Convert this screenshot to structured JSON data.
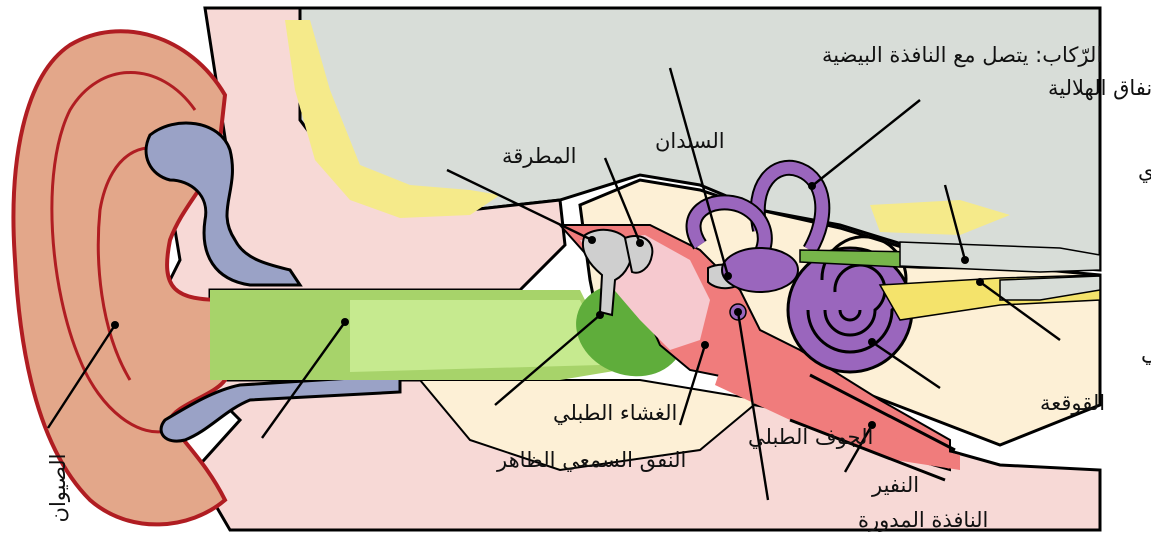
{
  "diagram": {
    "labels": {
      "pinna": "الصيوان",
      "ear_canal": "النفق السمعي الظاهر",
      "eardrum": "الغشاء الطبلي",
      "tympanic_cavity": "الجوف الطبلي",
      "round_window": "النافذة المدورة",
      "eustachian_tube": "النفير",
      "cochlea": "القوقعة",
      "cochlear_nerve": "العصب القوقعي",
      "vestibular_nerve": "العصب الدهليزي",
      "semicircular_canals": "الأنفاق الهلالية",
      "stapes": "الرّكاب: يتصل مع النافذة البيضية",
      "incus": "السندان",
      "malleus": "المطرقة"
    },
    "colors": {
      "background": "#ffffff",
      "skin": "#f2d5c4",
      "pinna_fill": "#e3a78a",
      "pinna_outline": "#b01d22",
      "bone_grey": "#d8ddd8",
      "canal_green": "#a7d36a",
      "eardrum_green": "#5fad3b",
      "cartilage_pink": "#f6c9cf",
      "cavity_red": "#f07c7c",
      "labyrinth_purple": "#9a66bd",
      "nerve_yellow": "#f4e36b",
      "nerve_green": "#77b54a",
      "fat_yellow": "#f5ea8a",
      "cream": "#fdf0d6",
      "cartilage_blue": "#9aa2c6",
      "ossicle_grey": "#cfcfcf"
    }
  }
}
